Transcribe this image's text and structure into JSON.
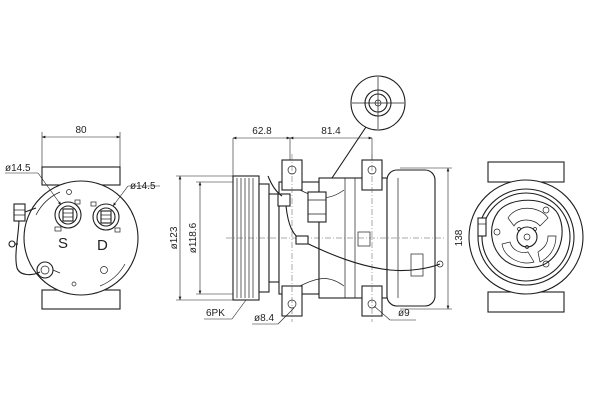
{
  "left_view": {
    "dim_width": "80",
    "dim_port_left": "ø14.5",
    "dim_port_right": "ø14.5",
    "port_suction_label": "S",
    "port_discharge_label": "D"
  },
  "side_view": {
    "dim_pulley_offset": "62.8",
    "dim_mount_spacing": "81.4",
    "dim_pulley_outer": "ø123",
    "dim_pulley_inner": "ø118.6",
    "dim_height": "138",
    "belt_label": "6PK",
    "hole_left": "ø8.4",
    "hole_right": "ø9"
  }
}
